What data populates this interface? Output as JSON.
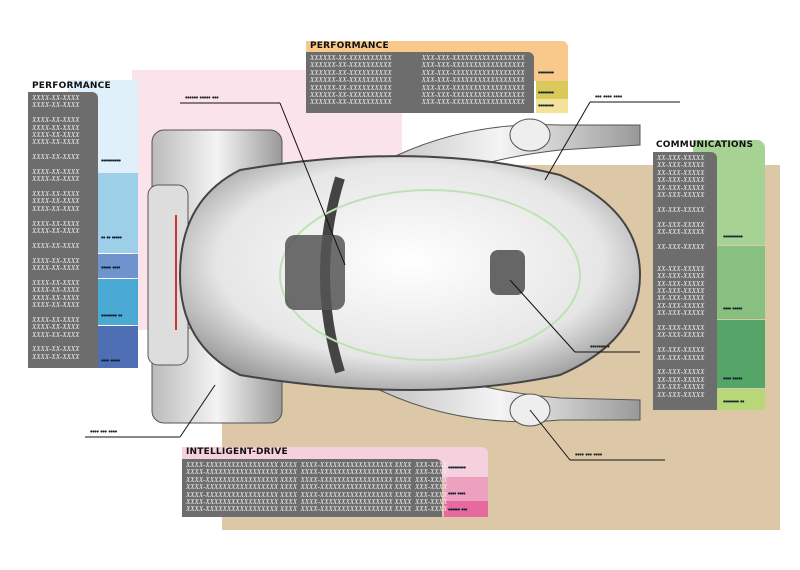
{
  "performance_left": {
    "title": "PERFORMANCE",
    "rows": [
      "XXXX-XX-XXXX",
      "XXXX-XX-XXXX",
      "",
      "XXXX-XX-XXXX",
      "XXXX-XX-XXXX",
      "XXXX-XX-XXXX",
      "XXXX-XX-XXXX",
      "",
      "XXXX-XX-XXXX",
      "",
      "XXXX-XX-XXXX",
      "XXXX-XX-XXXX",
      "",
      "XXXX-XX-XXXX",
      "XXXX-XX-XXXX",
      "XXXX-XX-XXXX",
      "",
      "XXXX-XX-XXXX",
      "XXXX-XX-XXXX",
      "",
      "XXXX-XX-XXXX",
      "",
      "XXXX-XX-XXXX",
      "XXXX-XX-XXXX",
      "",
      "XXXX-XX-XXXX",
      "XXXX-XX-XXXX",
      "XXXX-XX-XXXX",
      "XXXX-XX-XXXX",
      "",
      "XXXX-XX-XXXX",
      "XXXX-XX-XXXX",
      "XXXX-XX-XXXX",
      "",
      "XXXX-XX-XXXX",
      "XXXX-XX-XXXX"
    ],
    "tags": [
      "••••••••••",
      "•• •• •••••",
      "••••• ••••",
      "•••••••• ••",
      "•••• •••••"
    ],
    "colors": [
      "#dff0fa",
      "#9dd0e8",
      "#6f93cc",
      "#4aaad4",
      "#4f6fb5"
    ]
  },
  "performance_top": {
    "title": "PERFORMANCE",
    "col1": [
      "XXXXXX-XX-XXXXXXXXXX",
      "XXXXXX-XX-XXXXXXXXXX",
      "XXXXXX-XX-XXXXXXXXXX",
      "XXXXXX-XX-XXXXXXXXXX",
      "XXXXXX-XX-XXXXXXXXXX",
      "XXXXXX-XX-XXXXXXXXXX",
      "XXXXXX-XX-XXXXXXXXXX"
    ],
    "col2": [
      "XXX-XXX-XXXXXXXXXXXXXXXXX",
      "XXX-XXX-XXXXXXXXXXXXXXXXX",
      "XXX-XXX-XXXXXXXXXXXXXXXXX",
      "XXX-XXX-XXXXXXXXXXXXXXXXX",
      "XXX-XXX-XXXXXXXXXXXXXXXXX",
      "XXX-XXX-XXXXXXXXXXXXXXXXX",
      "XXX-XXX-XXXXXXXXXXXXXXXXX"
    ],
    "tags": [
      "••••••••",
      "••••••••",
      "••••••••"
    ],
    "colors": [
      "#f8c98a",
      "#d9c85a",
      "#f3e39a"
    ]
  },
  "communications": {
    "title": "COMMUNICATIONS",
    "rows": [
      "XX-XXX-XXXXX",
      "XX-XXX-XXXXX",
      "XX-XXX-XXXXX",
      "XX-XXX-XXXXX",
      "XX-XXX-XXXXX",
      "XX-XXX-XXXXX",
      "",
      "XX-XXX-XXXXX",
      "",
      "XX-XXX-XXXXX",
      "XX-XXX-XXXXX",
      "",
      "XX-XXX-XXXXX",
      "",
      "",
      "XX-XXX-XXXXX",
      "XX-XXX-XXXXX",
      "XX-XXX-XXXXX",
      "XX-XXX-XXXXX",
      "XX-XXX-XXXXX",
      "XX-XXX-XXXXX",
      "XX-XXX-XXXXX",
      "",
      "XX-XXX-XXXXX",
      "XX-XXX-XXXXX",
      "",
      "XX-XXX-XXXXX",
      "XX-XXX-XXXXX",
      "",
      "XX-XXX-XXXXX",
      "XX-XXX-XXXXX",
      "XX-XXX-XXXXX",
      "XX-XXX-XXXXX"
    ],
    "tags": [
      "••••••••••",
      "•••• •••••",
      "•••• •••••",
      "•••••••• ••"
    ],
    "colors": [
      "#a6d394",
      "#87c07f",
      "#55a468",
      "#b7d779"
    ]
  },
  "intelligent_drive": {
    "title": "INTELLIGENT-DRIVE",
    "rows": [
      "XXXX-XXXXXXXXXXXXXXXXX XXXX  XXXX-XXXXXXXXXXXXXXXXX XXXX  XXX-XXXX",
      "XXXX-XXXXXXXXXXXXXXXXX XXXX  XXXX-XXXXXXXXXXXXXXXXX XXXX  XXX-XXXX",
      "XXXX-XXXXXXXXXXXXXXXXX XXXX  XXXX-XXXXXXXXXXXXXXXXX XXXX  XXX-XXXX",
      "XXXX-XXXXXXXXXXXXXXXXX XXXX  XXXX-XXXXXXXXXXXXXXXXX XXXX  XXX-XXXX",
      "XXXX-XXXXXXXXXXXXXXXXX XXXX  XXXX-XXXXXXXXXXXXXXXXX XXXX  XXX-XXXX",
      "XXXX-XXXXXXXXXXXXXXXXX XXXX  XXXX-XXXXXXXXXXXXXXXXX XXXX  XXX-XXXX",
      "XXXX-XXXXXXXXXXXXXXXXX XXXX  XXXX-XXXXXXXXXXXXXXXXX XXXX  XXX-XXXX"
    ],
    "tags": [
      "•••••••••",
      "••••  ••••",
      "•••••• •••"
    ],
    "colors": [
      "#f7d0de",
      "#eea0c0",
      "#e66aa0"
    ]
  },
  "callouts": [
    "•••••• ••••• •••",
    "••• •••• ••••",
    "•••••••••",
    "•••• ••• ••••",
    "•••• ••• ••••"
  ]
}
